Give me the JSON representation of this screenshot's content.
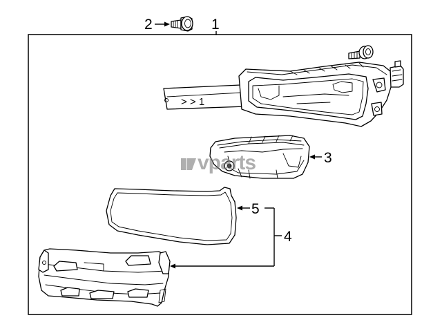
{
  "diagram": {
    "callouts": [
      {
        "id": "1",
        "label": "1"
      },
      {
        "id": "2",
        "label": "2"
      },
      {
        "id": "3",
        "label": "3"
      },
      {
        "id": "4",
        "label": "4"
      },
      {
        "id": "5",
        "label": "5"
      }
    ],
    "embossed_text": ">  >  1",
    "watermark": "vparts",
    "colors": {
      "line": "#000000",
      "background": "#ffffff",
      "watermark": "#7a7a7a"
    }
  }
}
